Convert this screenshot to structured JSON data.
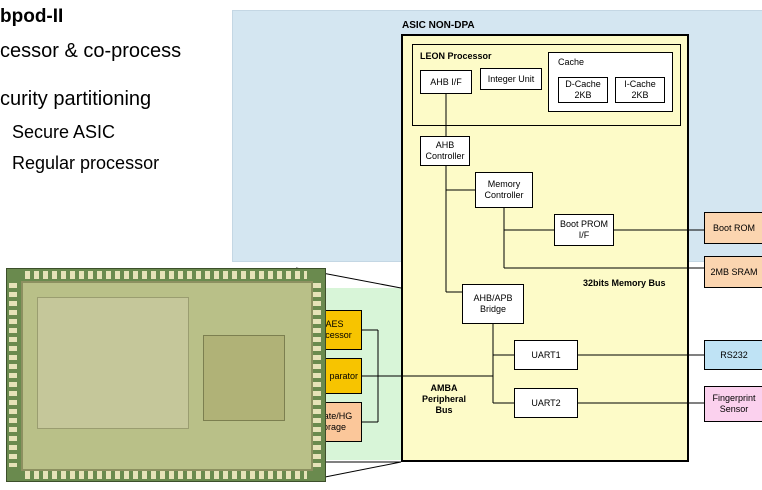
{
  "slide": {
    "title": "bpod-II",
    "bullets": [
      "cessor & co-process",
      "curity partitioning",
      "Secure ASIC",
      "Regular processor"
    ]
  },
  "diagram": {
    "asic_label": "ASIC NON-DPA",
    "leon_label": "LEON Processor",
    "cache_label": "Cache",
    "ahb_if": "AHB I/F",
    "integer_unit": "Integer Unit",
    "dcache": "D-Cache 2KB",
    "icache": "I-Cache 2KB",
    "ahb_controller": "AHB Controller",
    "memory_controller": "Memory Controller",
    "boot_prom": "Boot PROM I/F",
    "memory_bus_label": "32bits Memory Bus",
    "ahb_apb_bridge": "AHB/APB Bridge",
    "uart1": "UART1",
    "uart2": "UART2",
    "amba_bus_label": "AMBA Peripheral Bus",
    "aes": "AES rocessor",
    "comparator": "parator",
    "template": "plate/HG orage",
    "boot_rom": "Boot ROM",
    "sram": "2MB SRAM",
    "rs232": "RS232",
    "fingerprint": "Fingerprint Sensor"
  },
  "colors": {
    "asic_bg": "#d4e6f1",
    "chip_bg": "#fdfbc8",
    "leon_bg": "#fdfbc8",
    "peripheral_bg": "#d8f5d8",
    "external_orange": "#fbd5b0",
    "rs232_blue": "#bfe3f5",
    "fingerprint_pink": "#fbd1ee",
    "aes_yellow": "#f7c400",
    "template_orange": "#fbc79a"
  }
}
